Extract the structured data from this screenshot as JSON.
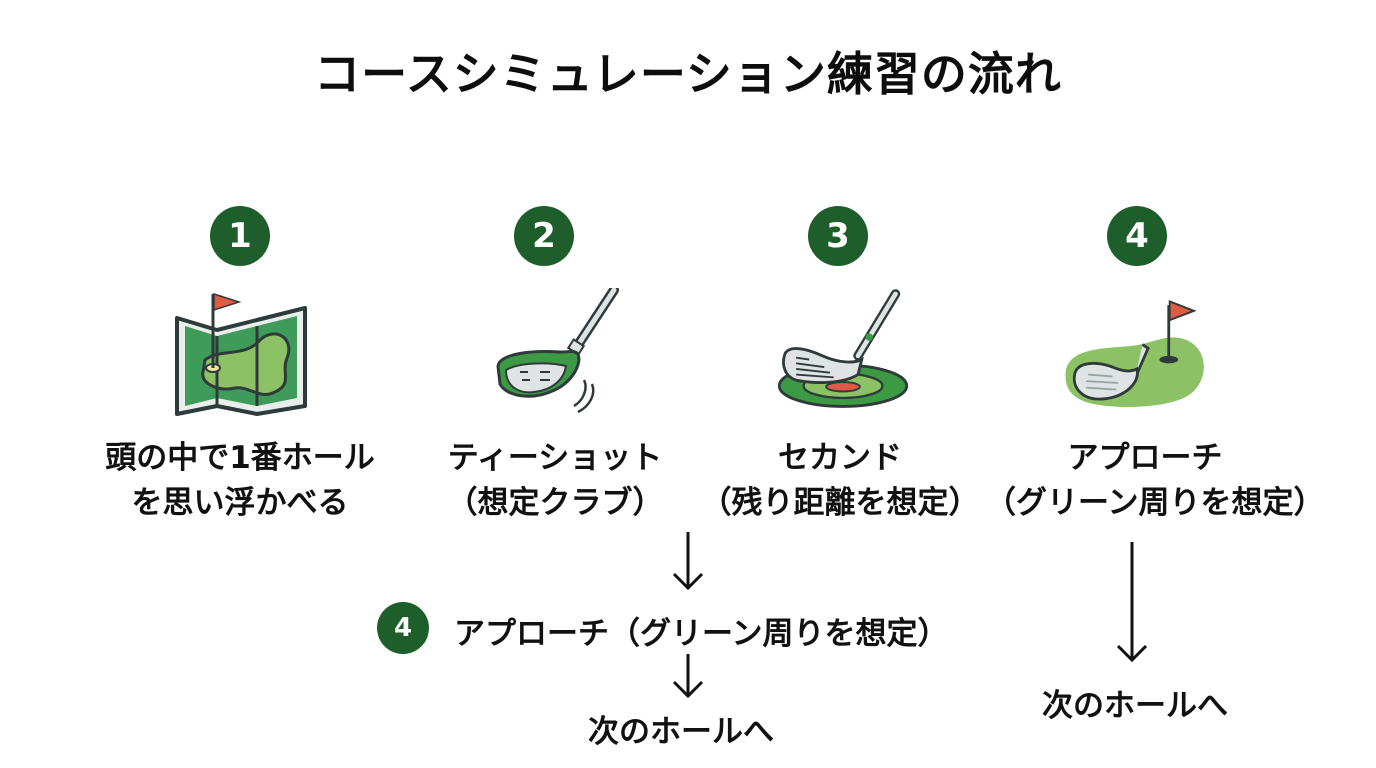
{
  "title": "コースシミュレーション練習の流れ",
  "colors": {
    "badge": "#1e5e2a",
    "fairway": "#3f9b5a",
    "green": "#8cc265",
    "flag": "#e05a45",
    "outline": "#2f3a3a"
  },
  "steps": [
    {
      "number": "1",
      "icon": "course-map-icon",
      "line1": "頭の中で1番ホール",
      "line2": "を思い浮かべる"
    },
    {
      "number": "2",
      "icon": "driver-club-icon",
      "line1": "ティーショット",
      "line2": "（想定クラブ）"
    },
    {
      "number": "3",
      "icon": "iron-target-icon",
      "line1": "セカンド",
      "line2": "（残り距離を想定）"
    },
    {
      "number": "4",
      "icon": "approach-green-icon",
      "line1": "アプローチ",
      "line2": "（グリーン周りを想定）"
    }
  ],
  "branch_center": {
    "badge": "4",
    "text": "アプローチ（グリーン周りを想定）",
    "next": "次のホールへ"
  },
  "branch_right": {
    "next": "次のホールへ"
  }
}
